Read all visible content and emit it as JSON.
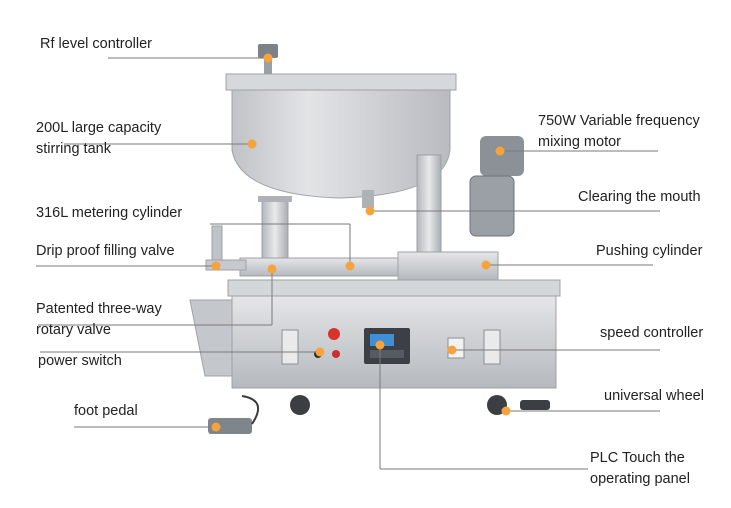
{
  "colors": {
    "accent": "#f5a33a",
    "leader": "#7a7a7a",
    "text": "#222222",
    "steel": "#c9ccd0"
  },
  "labels": {
    "rf_level_controller": "Rf level controller",
    "tank_line1": "200L large capacity",
    "tank_line2": "stirring tank",
    "motor_line1": "750W Variable frequency",
    "motor_line2": "mixing motor",
    "clearing_mouth": "Clearing the mouth",
    "metering_cylinder": "316L metering cylinder",
    "filling_valve": "Drip proof filling valve",
    "pushing_cylinder": "Pushing cylinder",
    "rotary_line1": "Patented three-way",
    "rotary_line2": "rotary valve",
    "speed_controller": "speed controller",
    "power_switch": "power switch",
    "universal_wheel": "universal wheel",
    "foot_pedal": "foot pedal",
    "plc_line1": "PLC Touch the",
    "plc_line2": "operating panel"
  }
}
